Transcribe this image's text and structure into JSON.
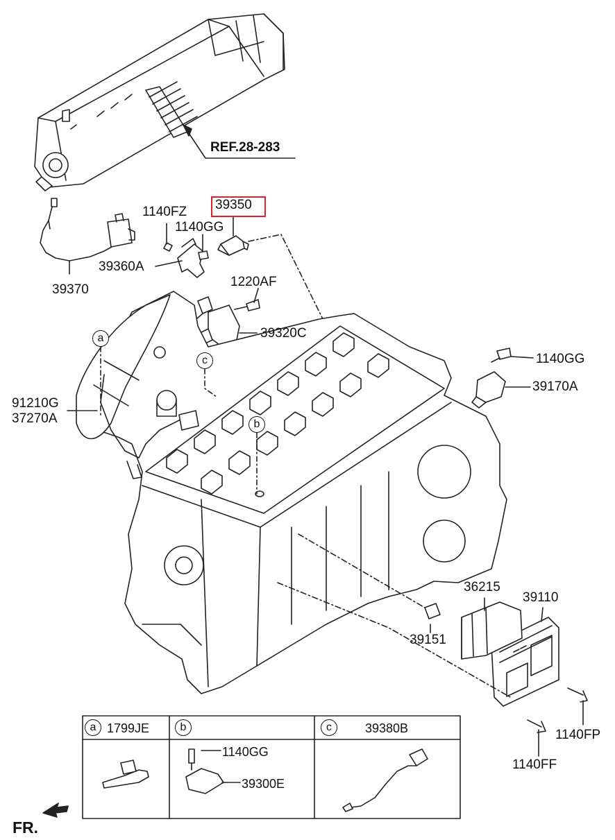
{
  "diagram": {
    "ref_label": "REF.28-283",
    "highlight_color": "#e0202a",
    "callouts": {
      "p39350": "39350",
      "p1140FZ": "1140FZ",
      "p1140GG_top": "1140GG",
      "p39360A": "39360A",
      "p39370": "39370",
      "p1220AF": "1220AF",
      "p39320C": "39320C",
      "p1140GG_right": "1140GG",
      "p39170A": "39170A",
      "p91210G": "91210G",
      "p37270A": "37270A",
      "p36215": "36215",
      "p39110": "39110",
      "p39151": "39151",
      "p1140FP": "1140FP",
      "p1140FF": "1140FF"
    },
    "markers": {
      "a": "a",
      "b": "b",
      "c": "c"
    },
    "legend": {
      "a_letter": "a",
      "a_part": "1799JE",
      "b_letter": "b",
      "b_part_bolt": "1140GG",
      "b_part_sensor": "39300E",
      "c_letter": "c",
      "c_part": "39380B"
    },
    "direction": "FR."
  }
}
